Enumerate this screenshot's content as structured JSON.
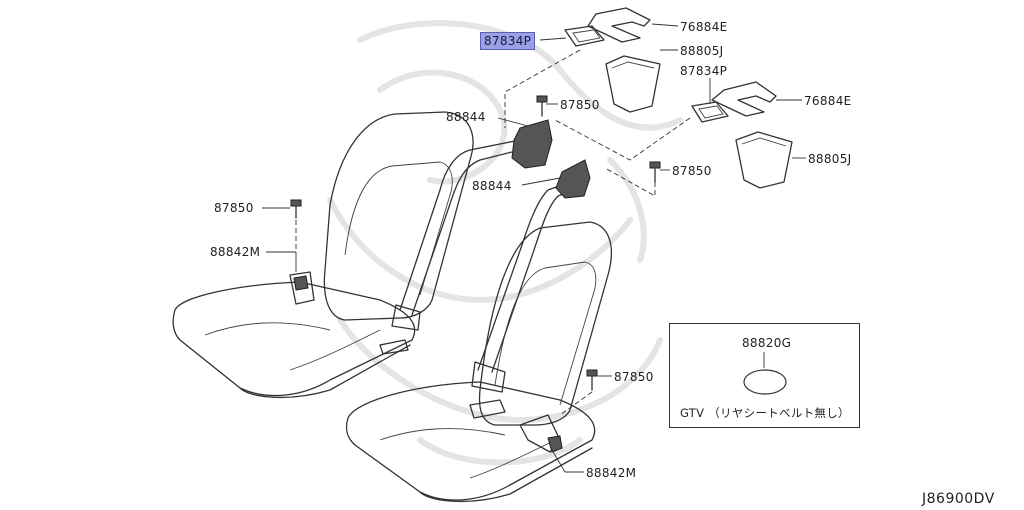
{
  "labels": {
    "p87834p_top": "87834P",
    "p76884e_top": "76884E",
    "p88805j_top": "88805J",
    "p87834p_mid": "87834P",
    "p76884e_mid": "76884E",
    "p88805j_mid": "88805J",
    "p87850_top": "87850",
    "p87850_right": "87850",
    "p87850_left": "87850",
    "p87850_low": "87850",
    "p88844_a": "88844",
    "p88844_b": "88844",
    "p88842m_left": "88842M",
    "p88842m_bottom": "88842M"
  },
  "inset": {
    "part": "88820G",
    "note": "GTV （リヤシートベルト無し）"
  },
  "diagram_code": "J86900DV",
  "colors": {
    "highlight": "#9aa0e6",
    "ink": "#333333",
    "watermark": "#e4e4e4"
  }
}
